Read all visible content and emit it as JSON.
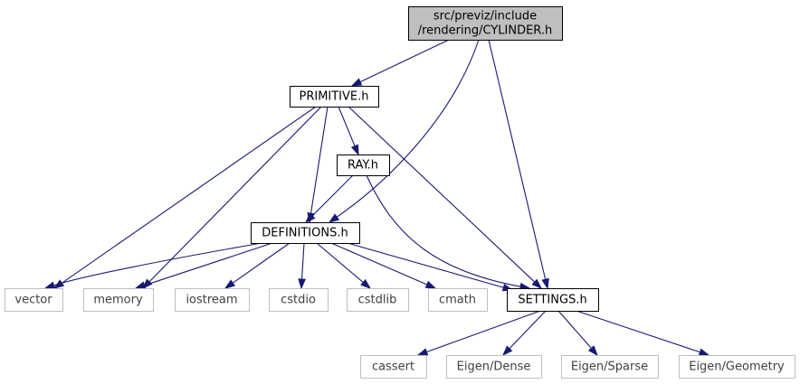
{
  "nodes": [
    {
      "id": "cylinder",
      "kind": "highlight",
      "lines": [
        "src/previz/include",
        "/rendering/CYLINDER.h"
      ]
    },
    {
      "id": "primitive",
      "kind": "local",
      "lines": [
        "PRIMITIVE.h"
      ]
    },
    {
      "id": "ray",
      "kind": "local",
      "lines": [
        "RAY.h"
      ]
    },
    {
      "id": "definitions",
      "kind": "local",
      "lines": [
        "DEFINITIONS.h"
      ]
    },
    {
      "id": "settings",
      "kind": "local",
      "lines": [
        "SETTINGS.h"
      ]
    },
    {
      "id": "vector",
      "kind": "system",
      "lines": [
        "vector"
      ]
    },
    {
      "id": "memory",
      "kind": "system",
      "lines": [
        "memory"
      ]
    },
    {
      "id": "iostream",
      "kind": "system",
      "lines": [
        "iostream"
      ]
    },
    {
      "id": "cstdio",
      "kind": "system",
      "lines": [
        "cstdio"
      ]
    },
    {
      "id": "cstdlib",
      "kind": "system",
      "lines": [
        "cstdlib"
      ]
    },
    {
      "id": "cmath",
      "kind": "system",
      "lines": [
        "cmath"
      ]
    },
    {
      "id": "cassert",
      "kind": "system",
      "lines": [
        "cassert"
      ]
    },
    {
      "id": "eigen_dense",
      "kind": "system",
      "lines": [
        "Eigen/Dense"
      ]
    },
    {
      "id": "eigen_sparse",
      "kind": "system",
      "lines": [
        "Eigen/Sparse"
      ]
    },
    {
      "id": "eigen_geometry",
      "kind": "system",
      "lines": [
        "Eigen/Geometry"
      ]
    }
  ],
  "edges": [
    {
      "from": "cylinder",
      "to": "primitive"
    },
    {
      "from": "cylinder",
      "to": "definitions"
    },
    {
      "from": "cylinder",
      "to": "settings"
    },
    {
      "from": "primitive",
      "to": "ray"
    },
    {
      "from": "primitive",
      "to": "definitions"
    },
    {
      "from": "primitive",
      "to": "vector"
    },
    {
      "from": "primitive",
      "to": "memory"
    },
    {
      "from": "primitive",
      "to": "settings"
    },
    {
      "from": "ray",
      "to": "definitions"
    },
    {
      "from": "ray",
      "to": "settings"
    },
    {
      "from": "definitions",
      "to": "vector"
    },
    {
      "from": "definitions",
      "to": "memory"
    },
    {
      "from": "definitions",
      "to": "iostream"
    },
    {
      "from": "definitions",
      "to": "cstdio"
    },
    {
      "from": "definitions",
      "to": "cstdlib"
    },
    {
      "from": "definitions",
      "to": "cmath"
    },
    {
      "from": "definitions",
      "to": "settings"
    },
    {
      "from": "settings",
      "to": "cassert"
    },
    {
      "from": "settings",
      "to": "eigen_dense"
    },
    {
      "from": "settings",
      "to": "eigen_sparse"
    },
    {
      "from": "settings",
      "to": "eigen_geometry"
    }
  ],
  "colors": {
    "edge": "#191970",
    "highlight_fill": "#bfbfbf",
    "local_border": "#000000",
    "system_border": "#bfbfbf",
    "system_text": "#404040"
  }
}
